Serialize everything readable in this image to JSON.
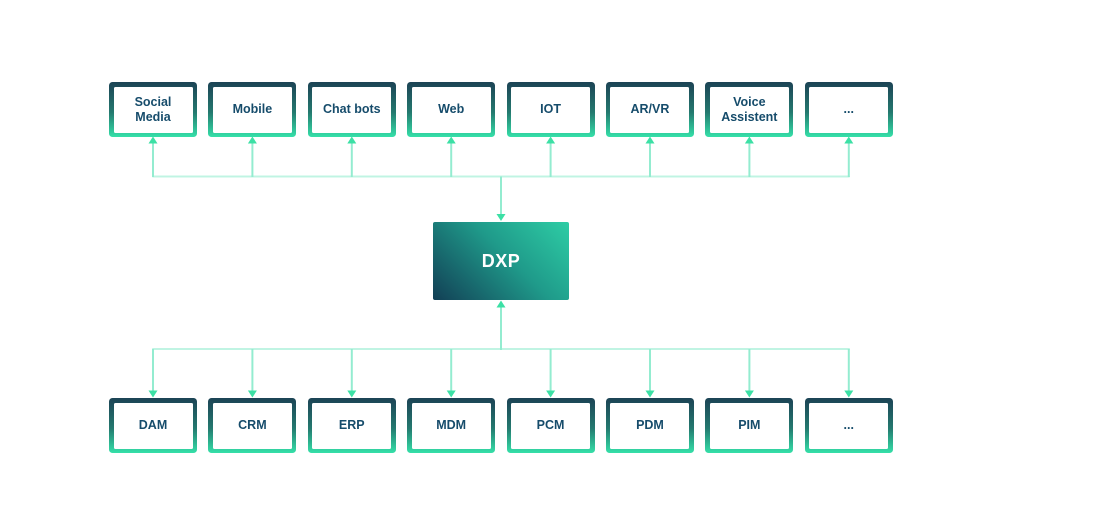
{
  "diagram": {
    "channels": {
      "items": [
        "Social Media",
        "Mobile",
        "Chat bots",
        "Web",
        "IOT",
        "AR/VR",
        "Voice Assistent",
        "..."
      ]
    },
    "dxp": {
      "label": "DXP"
    },
    "systems": {
      "items": [
        "DAM",
        "CRM",
        "ERP",
        "MDM",
        "PCM",
        "PDM",
        "PIM",
        "..."
      ]
    },
    "colors": {
      "background": "#ffffff",
      "box_border_gradient_top": "#1c4355",
      "box_border_gradient_bottom": "#35e0a9",
      "box_text": "#164c6b",
      "dxp_gradient_dark": "#123f55",
      "dxp_gradient_bright": "#2ecda5",
      "dxp_text": "#ffffff",
      "bus_line": "#c0f4e3",
      "stem_line": "#94ecd0",
      "arrowhead": "#3ce0a5"
    }
  }
}
